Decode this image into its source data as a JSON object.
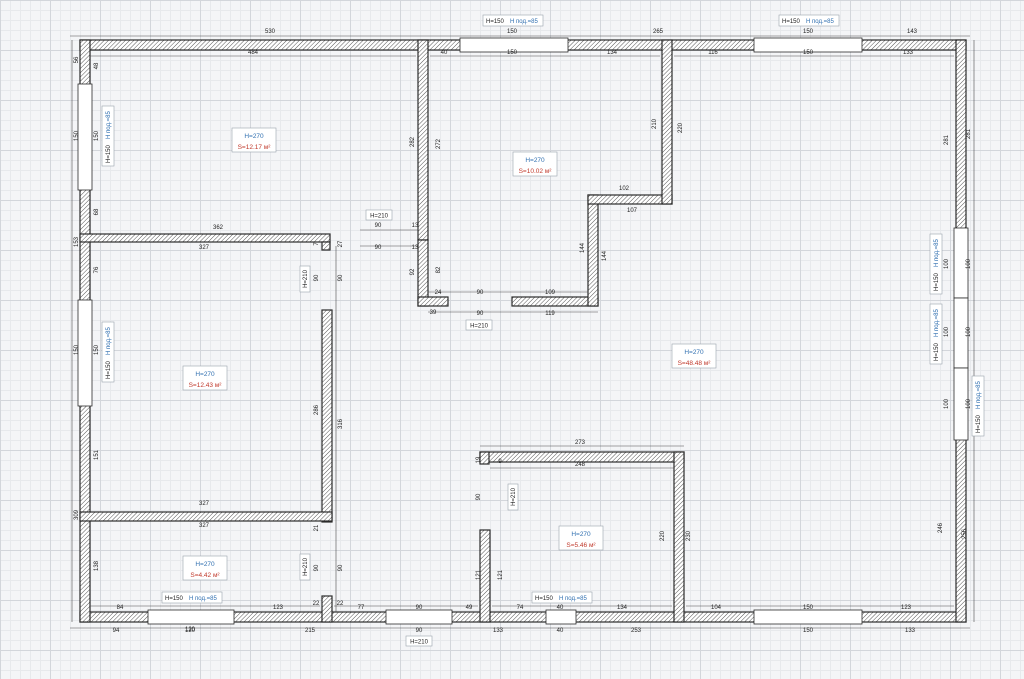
{
  "rooms": [
    {
      "height": "H=270",
      "area": "S=12.17 м²"
    },
    {
      "height": "H=270",
      "area": "S=10.02 м²"
    },
    {
      "height": "H=270",
      "area": "S=12.43 м²"
    },
    {
      "height": "H=270",
      "area": "S=48.48 м²"
    },
    {
      "height": "H=270",
      "area": "S=5.46 м²"
    },
    {
      "height": "H=270",
      "area": "S=4.42 м²"
    }
  ],
  "windows": [
    {
      "height": "H=150",
      "sill": "H под.=85"
    },
    {
      "height": "H=150",
      "sill": "H под.=85"
    },
    {
      "height": "H=150",
      "sill": "H под.=85"
    },
    {
      "height": "H=150",
      "sill": "H под.=85"
    },
    {
      "height": "H=150",
      "sill": "H под.=85"
    },
    {
      "height": "H=150",
      "sill": "H под.=85"
    },
    {
      "height": "H=150",
      "sill": "H под.=85"
    },
    {
      "height": "H=150",
      "sill": "H под.=85"
    },
    {
      "height": "H=150",
      "sill": "H под.=85"
    }
  ],
  "doors": [
    "H=210",
    "H=210",
    "H=210",
    "H=210",
    "H=210",
    "H=210"
  ],
  "dimensions": [
    "530",
    "265",
    "143",
    "150",
    "150",
    "484",
    "40",
    "150",
    "134",
    "116",
    "150",
    "133",
    "56",
    "48",
    "150",
    "150",
    "68",
    "153",
    "76",
    "150",
    "150",
    "151",
    "309",
    "138",
    "282",
    "272",
    "210",
    "220",
    "102",
    "107",
    "362",
    "90",
    "90",
    "13",
    "13",
    "327",
    "7",
    "27",
    "90",
    "90",
    "82",
    "92",
    "24",
    "90",
    "109",
    "144",
    "144",
    "39",
    "90",
    "119",
    "281",
    "281",
    "100",
    "100",
    "100",
    "100",
    "100",
    "100",
    "286",
    "316",
    "327",
    "327",
    "21",
    "90",
    "90",
    "22",
    "22",
    "84",
    "120",
    "123",
    "77",
    "90",
    "49",
    "74",
    "40",
    "134",
    "104",
    "150",
    "123",
    "94",
    "120",
    "215",
    "90",
    "133",
    "40",
    "253",
    "150",
    "133",
    "273",
    "248",
    "19",
    "9",
    "90",
    "121",
    "121",
    "220",
    "230",
    "246",
    "256"
  ]
}
